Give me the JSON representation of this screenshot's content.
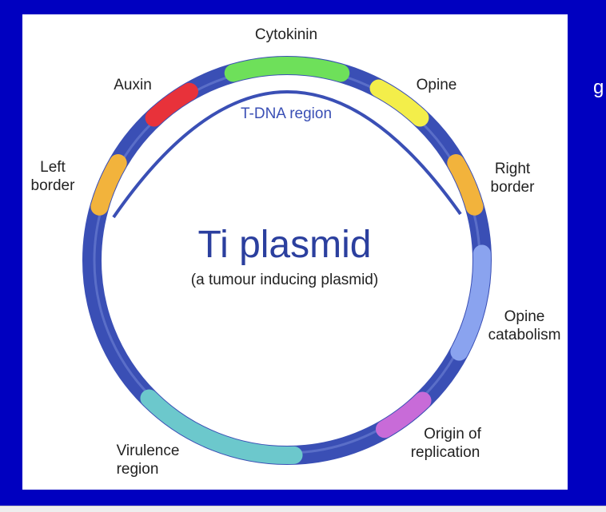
{
  "diagram": {
    "title": "Ti plasmid",
    "subtitle": "(a tumour inducing plasmid)",
    "inner_arc_label": "T-DNA region",
    "labels": {
      "cytokinin": "Cytokinin",
      "auxin": "Auxin",
      "opine": "Opine",
      "left_border_1": "Left",
      "left_border_2": "border",
      "right_border_1": "Right",
      "right_border_2": "border",
      "opine_catabolism_1": "Opine",
      "opine_catabolism_2": "catabolism",
      "origin_1": "Origin of",
      "origin_2": "replication",
      "virulence_1": "Virulence",
      "virulence_2": "region"
    },
    "colors": {
      "ring": "#3a4fb5",
      "cytokinin": "#6ee05a",
      "auxin": "#e8323a",
      "opine": "#f3ee4a",
      "border": "#f2b33c",
      "opine_catabolism": "#8aa3ef",
      "origin": "#c86bd8",
      "virulence": "#6cc8cc",
      "title": "#2b3f9e"
    }
  },
  "slide": {
    "side_letter": "g"
  }
}
